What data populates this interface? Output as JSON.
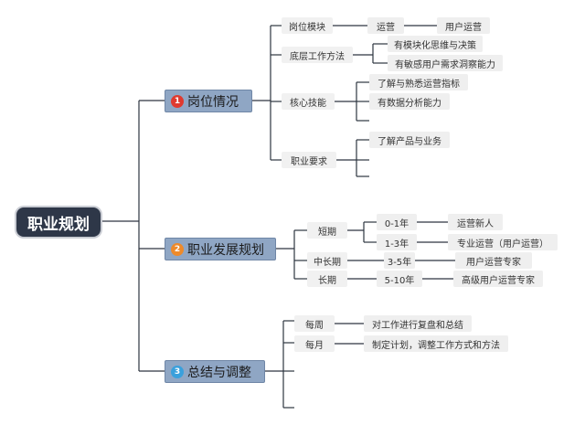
{
  "root": {
    "label": "职业规划"
  },
  "branches": [
    {
      "label": "岗位情况",
      "number": "1",
      "badge_color": "#e03a2f",
      "children": [
        {
          "label": "岗位模块",
          "children": [
            "运营"
          ],
          "grandchild": "用户运营"
        },
        {
          "label": "底层工作方法",
          "children": [
            "有模块化思维与决策",
            "有敏感用户需求洞察能力"
          ]
        },
        {
          "label": "核心技能",
          "children": [
            "了解与熟悉运营指标",
            "有数据分析能力"
          ]
        },
        {
          "label": "职业要求",
          "children": [
            "了解产品与业务"
          ]
        }
      ]
    },
    {
      "label": "职业发展规划",
      "number": "2",
      "badge_color": "#ee8a2a",
      "children": [
        {
          "label": "短期",
          "children": [
            {
              "period": "0-1年",
              "goal": "运营新人"
            },
            {
              "period": "1-3年",
              "goal": "专业运营（用户运营）"
            }
          ]
        },
        {
          "label": "中长期",
          "children": [
            {
              "period": "3-5年",
              "goal": "用户运营专家"
            }
          ]
        },
        {
          "label": "长期",
          "children": [
            {
              "period": "5-10年",
              "goal": "高级用户运营专家"
            }
          ]
        }
      ]
    },
    {
      "label": "总结与调整",
      "number": "3",
      "badge_color": "#3aa0dc",
      "children": [
        {
          "label": "每周",
          "children": [
            "对工作进行复盘和总结"
          ]
        },
        {
          "label": "每月",
          "children": [
            "制定计划，调整工作方式和方法"
          ]
        }
      ]
    }
  ],
  "colors": {
    "line": "#2d3540",
    "root_bg": "#2e3748",
    "main_bg": "#8fa6c4"
  }
}
